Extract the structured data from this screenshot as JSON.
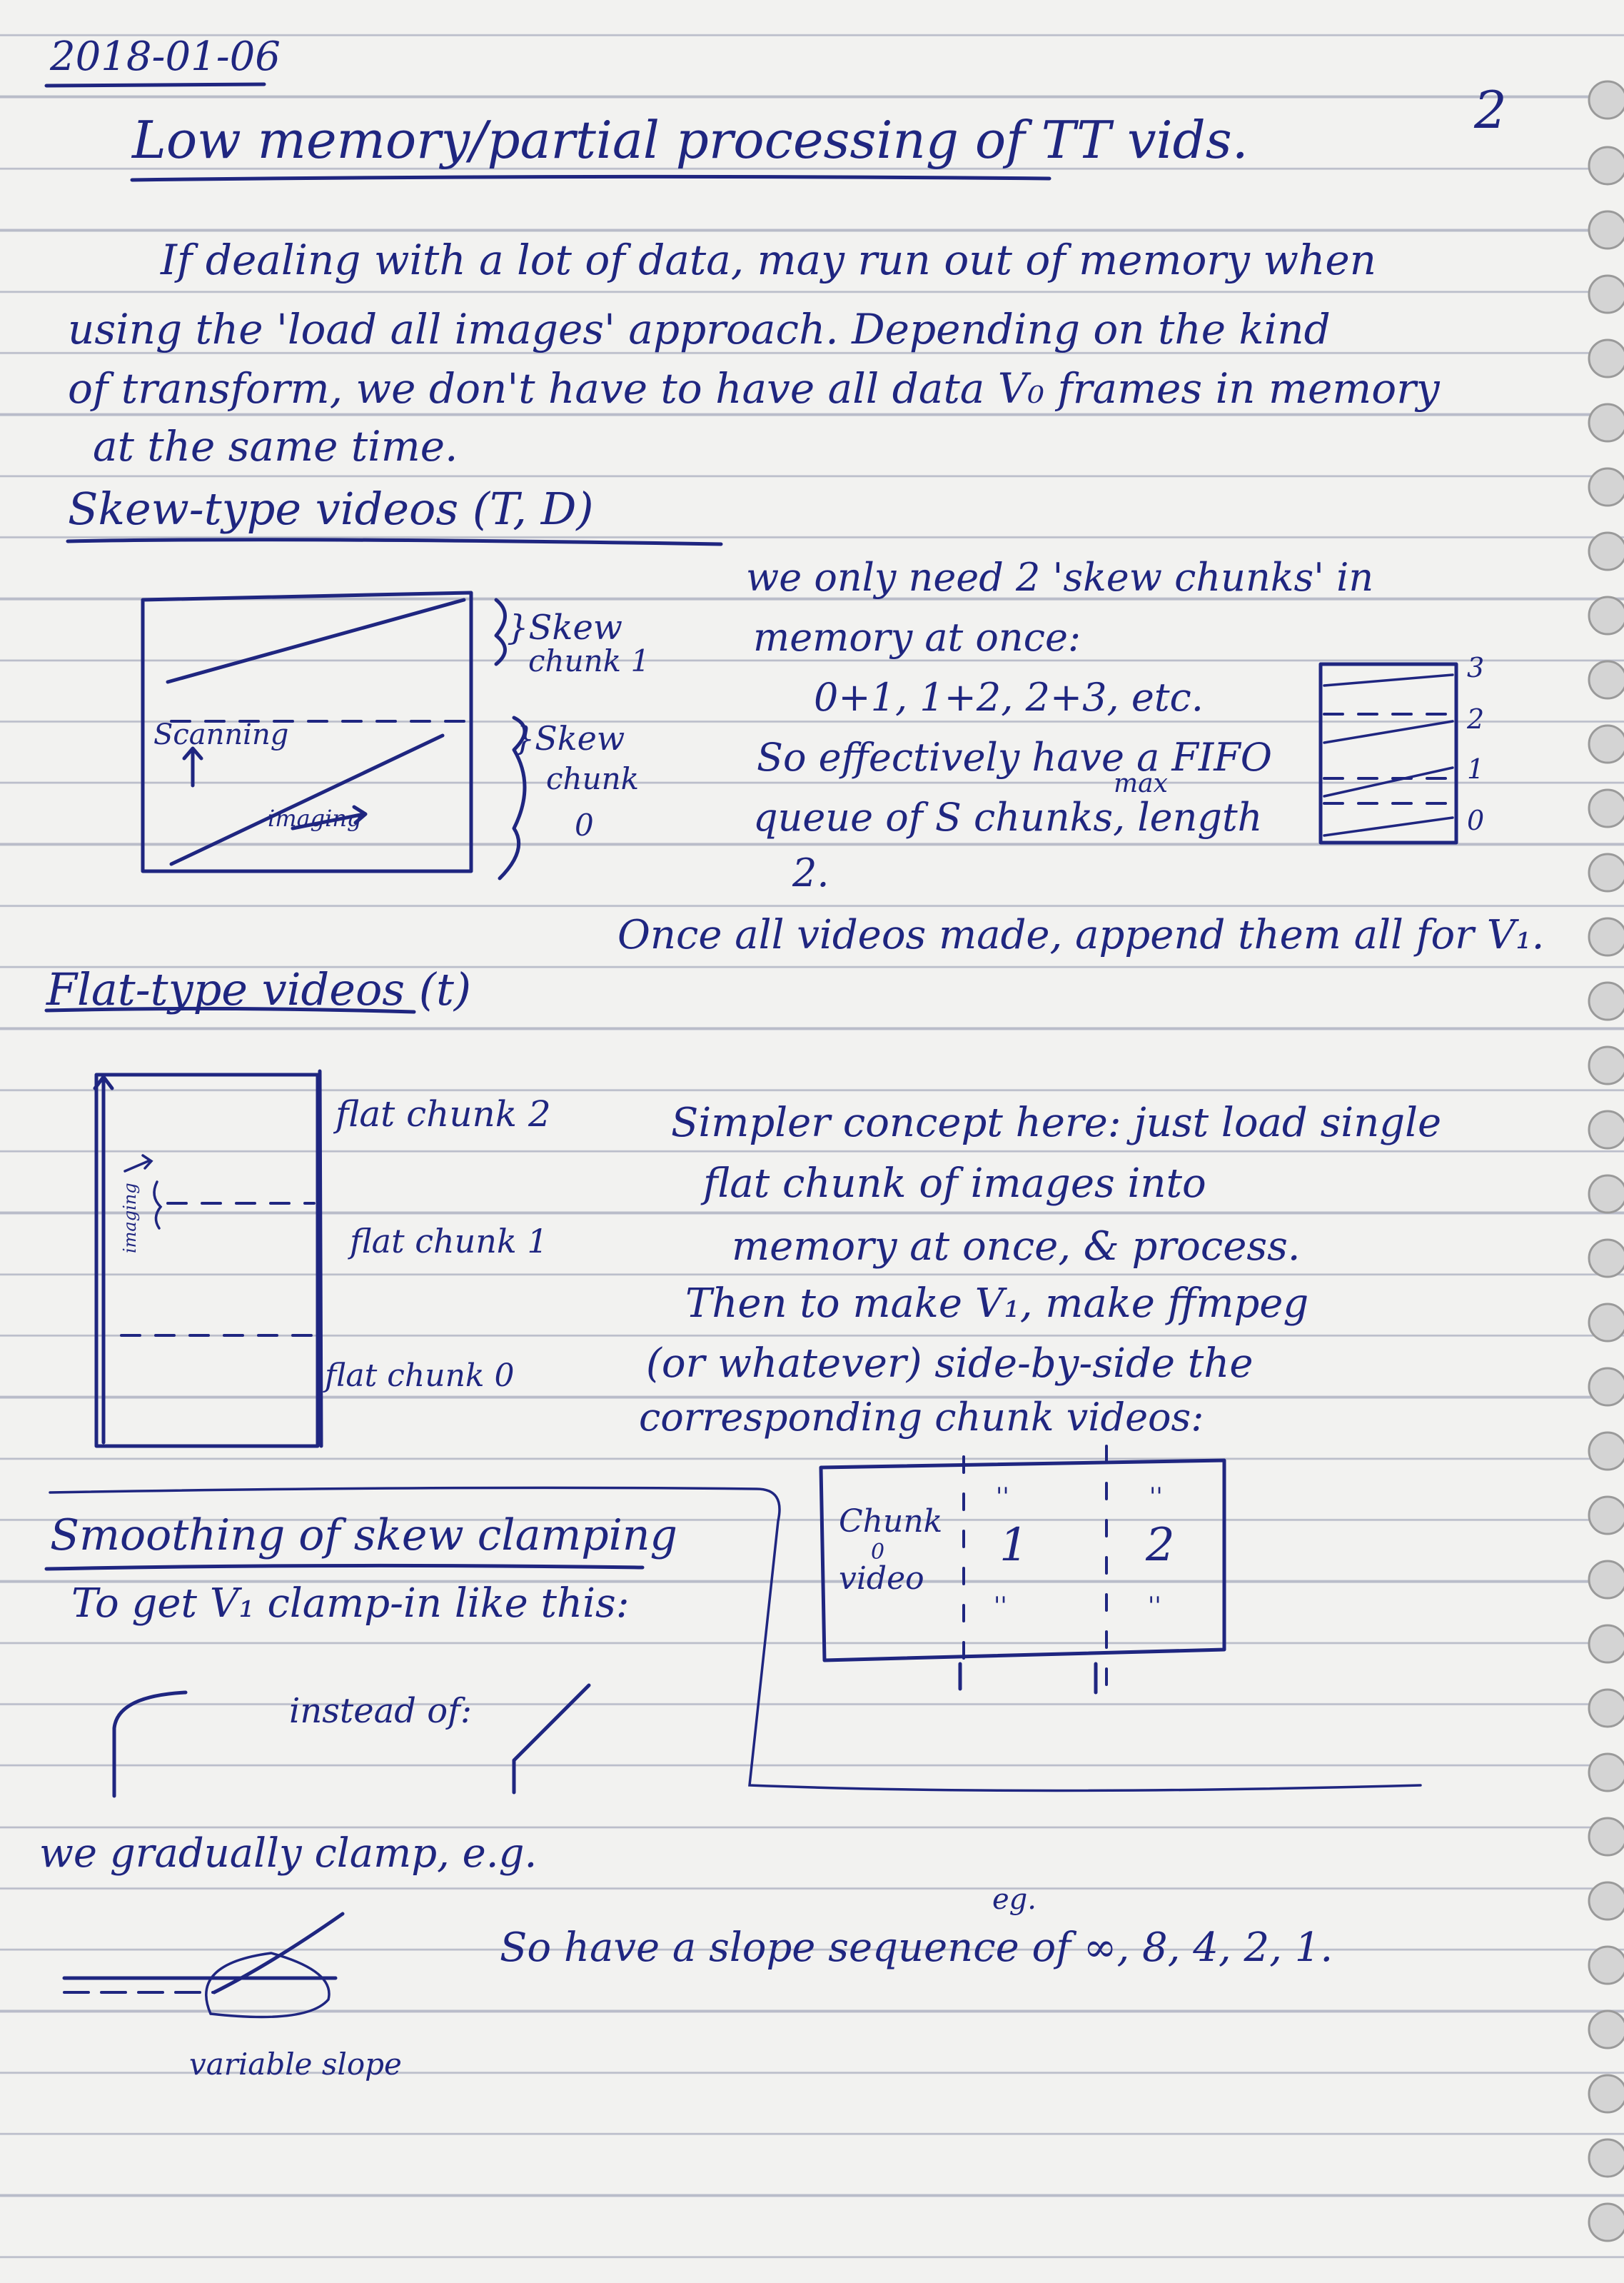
{
  "date": "2018-01-06",
  "page_number": "2",
  "title": "Low memory/partial processing of TT vids.",
  "intro": [
    "If dealing with a lot of data, may run out of memory when",
    "using the 'load all images' approach. Depending on the kind",
    "of transform, we don't have to have all data V₀ frames in memory",
    "at the same time."
  ],
  "skew": {
    "heading": "Skew-type videos (T, D)",
    "diagram_labels": {
      "chunk1": [
        "}Skew",
        "chunk 1"
      ],
      "chunk0": [
        "}Skew",
        "chunk",
        "0"
      ],
      "scanning": "Scanning",
      "imaging": "imaging"
    },
    "notes": [
      "we only need 2 'skew chunks' in",
      "memory at once:",
      "0+1, 1+2, 2+3, etc.",
      "So effectively have a FIFO",
      "queue of S chunks, length",
      "2."
    ],
    "max_label": "max",
    "fifo_labels": [
      "3",
      "2",
      "1",
      "0"
    ],
    "append_note": "Once all videos made, append them all for V₁."
  },
  "flat": {
    "heading": "Flat-type videos (t)",
    "diagram_labels": {
      "chunk2": "flat chunk 2",
      "chunk1": "flat chunk 1",
      "chunk0": "flat chunk 0",
      "imaging": "imaging"
    },
    "notes": [
      "Simpler concept here: just load single",
      "flat chunk of images into",
      "memory at once, & process.",
      "Then to make V₁, make ffmpeg",
      "(or whatever) side-by-side the",
      "corresponding chunk videos:"
    ],
    "video_box": {
      "label": [
        "Chunk",
        "0",
        "video"
      ],
      "cells": [
        "1",
        "2"
      ],
      "ditto_marks": [
        "''",
        "''",
        "''",
        "''"
      ]
    }
  },
  "smoothing": {
    "heading": "Smoothing of skew clamping",
    "line1": "To get V₁ clamp-in like this:",
    "instead": "instead of:",
    "gradual": "we gradually clamp, e.g.",
    "slope_sequence": "So have a slope sequence of ∞, 8, 4, 2, 1.",
    "eg": "eg.",
    "variable_slope": "variable slope"
  }
}
